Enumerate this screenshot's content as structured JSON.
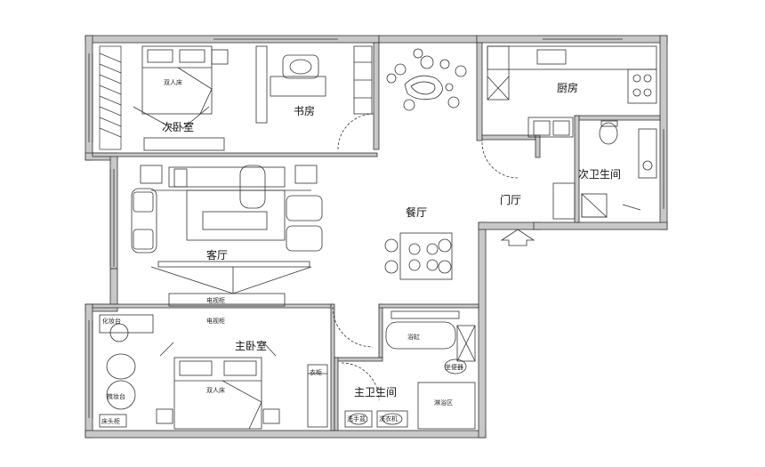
{
  "rooms": {
    "second_bedroom": "次卧室",
    "study": "书房",
    "kitchen": "厨房",
    "second_bathroom": "次卫生间",
    "entrance": "门厅",
    "dining": "餐厅",
    "living": "客厅",
    "master_bedroom": "主卧室",
    "master_bathroom": "主卫生间"
  },
  "furniture": {
    "double_bed_top": "双人床",
    "double_bed_bottom": "双人床",
    "tv_cabinet": "电视柜",
    "tv_cabinet_2": "电视柜",
    "bathtub": "浴缸",
    "shower_area": "淋浴区",
    "vanity": "化妆台",
    "wardrobe": "衣柜",
    "wash_basin": "洗手盆",
    "toilet": "坐便器",
    "dresser": "梳妆台",
    "side_table": "床头柜",
    "washing_machine": "洗衣机"
  },
  "colors": {
    "wall_fill": "#c8c8c8",
    "line": "#222222",
    "background": "#ffffff"
  }
}
